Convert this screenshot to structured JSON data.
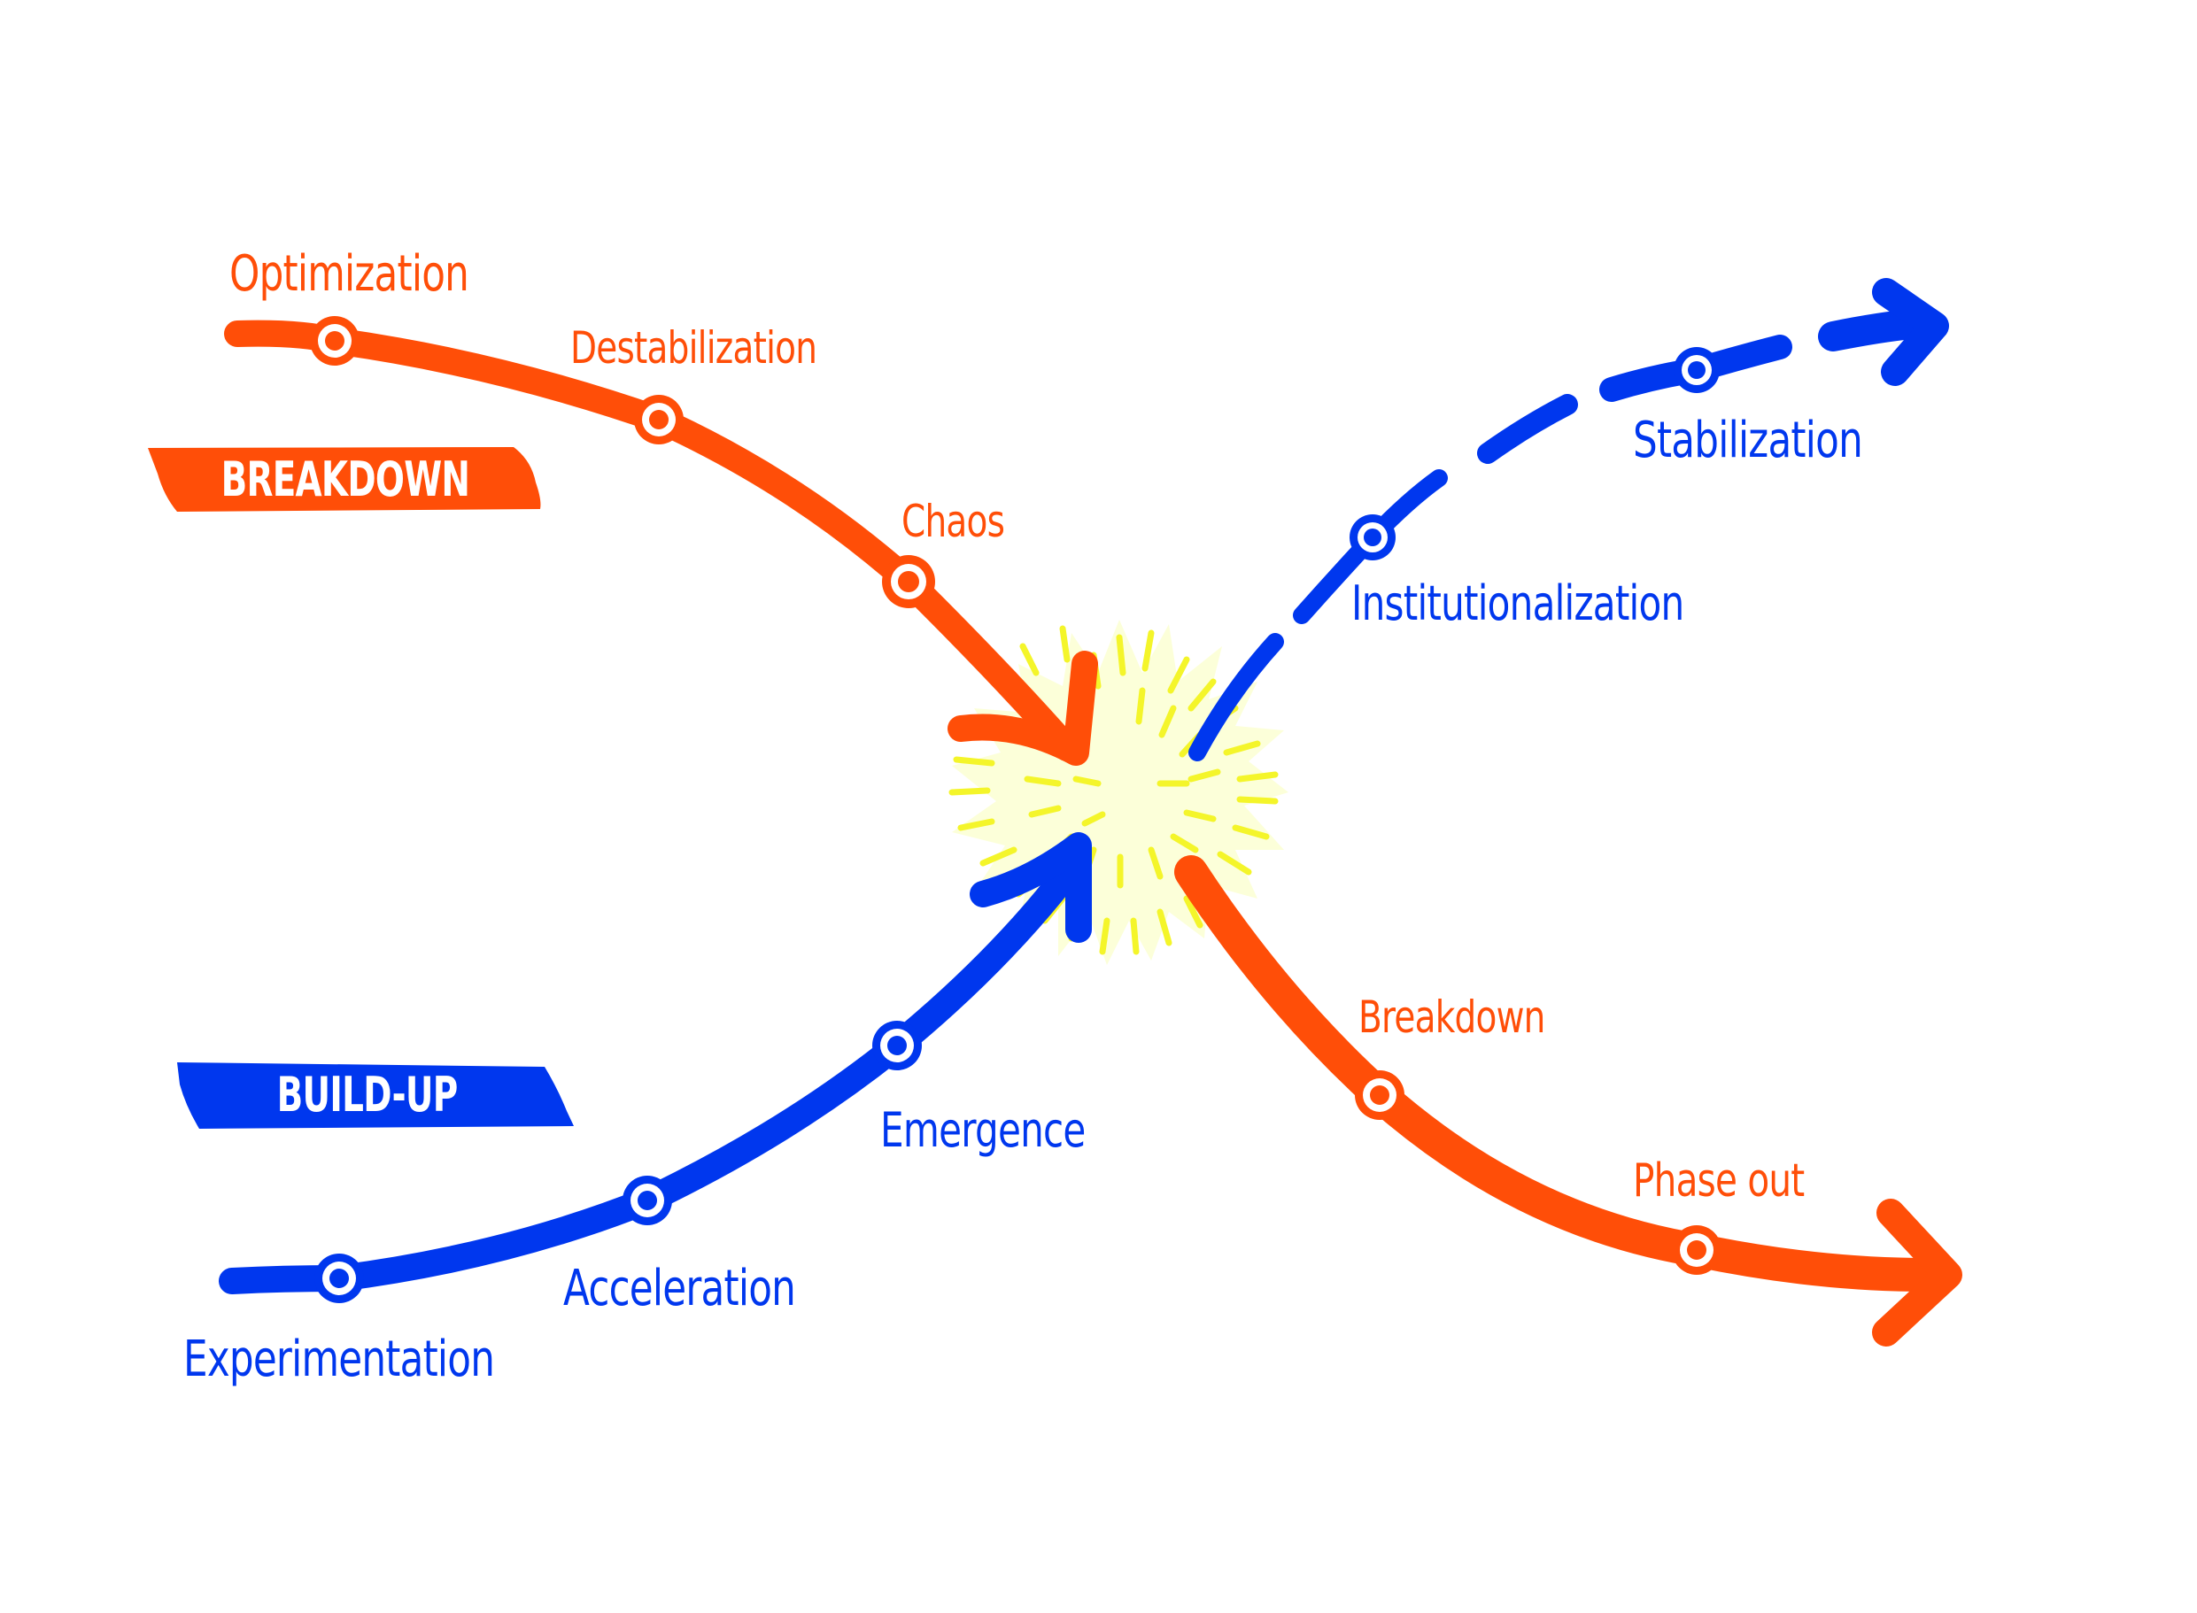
{
  "colors": {
    "breakdown_orange": "#FF4E08",
    "buildup_blue": "#0037EE",
    "burst_fill": "#FCFFD9",
    "burst_rays": "#F4F52A",
    "background": "#FFFFFF"
  },
  "badges": {
    "breakdown": "BREAKDOWN",
    "buildup": "BUILD-UP"
  },
  "curves": {
    "breakdown_incoming": {
      "color": "orange",
      "style": "solid",
      "stages": [
        "Optimization",
        "Destabilization",
        "Chaos"
      ]
    },
    "buildup_incoming": {
      "color": "blue",
      "style": "solid",
      "stages": [
        "Experimentation",
        "Acceleration",
        "Emergence"
      ]
    },
    "buildup_outgoing": {
      "color": "blue",
      "style": "dashed",
      "stages": [
        "Institutionalization",
        "Stabilization"
      ]
    },
    "breakdown_outgoing": {
      "color": "orange",
      "style": "solid",
      "stages": [
        "Breakdown",
        "Phase out"
      ]
    }
  },
  "labels": {
    "optimization": "Optimization",
    "destabilization": "Destabilization",
    "chaos": "Chaos",
    "experimentation": "Experimentation",
    "acceleration": "Acceleration",
    "emergence": "Emergence",
    "institutionalization": "Institutionalization",
    "stabilization": "Stabilization",
    "breakdown": "Breakdown",
    "phase_out": "Phase out"
  },
  "center": {
    "icon": "starburst-icon"
  }
}
